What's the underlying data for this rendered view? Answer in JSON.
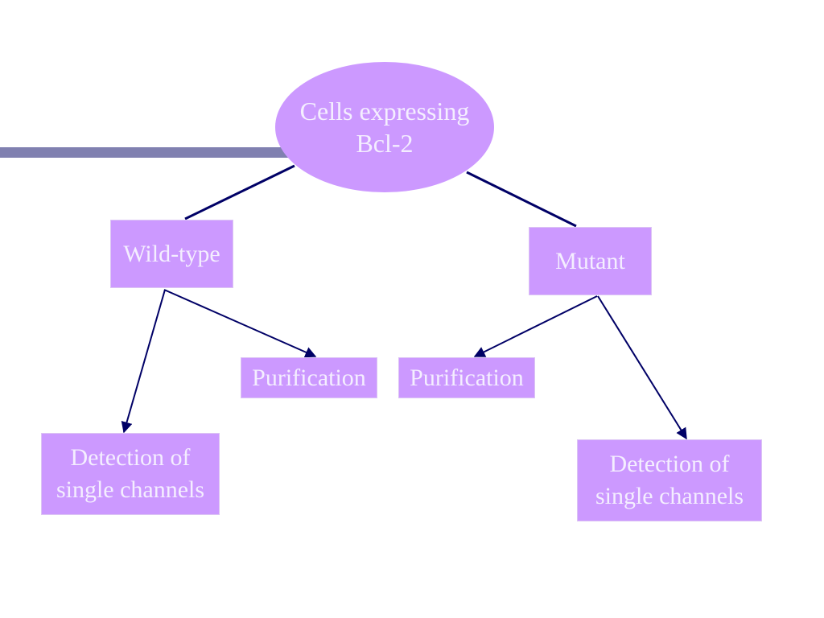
{
  "colors": {
    "box_fill": "#cc99ff",
    "text": "#f4eeff",
    "line": "#000066",
    "decor_bar": "#8080b0",
    "background": "#ffffff"
  },
  "diagram": {
    "root": {
      "line1": "Cells expressing",
      "line2": "Bcl-2"
    },
    "wild_type": {
      "label": "Wild-type",
      "purification": "Purification",
      "detection_line1": "Detection of",
      "detection_line2": "single channels"
    },
    "mutant": {
      "label": "Mutant",
      "purification": "Purification",
      "detection_line1": "Detection of",
      "detection_line2": "single channels"
    }
  }
}
